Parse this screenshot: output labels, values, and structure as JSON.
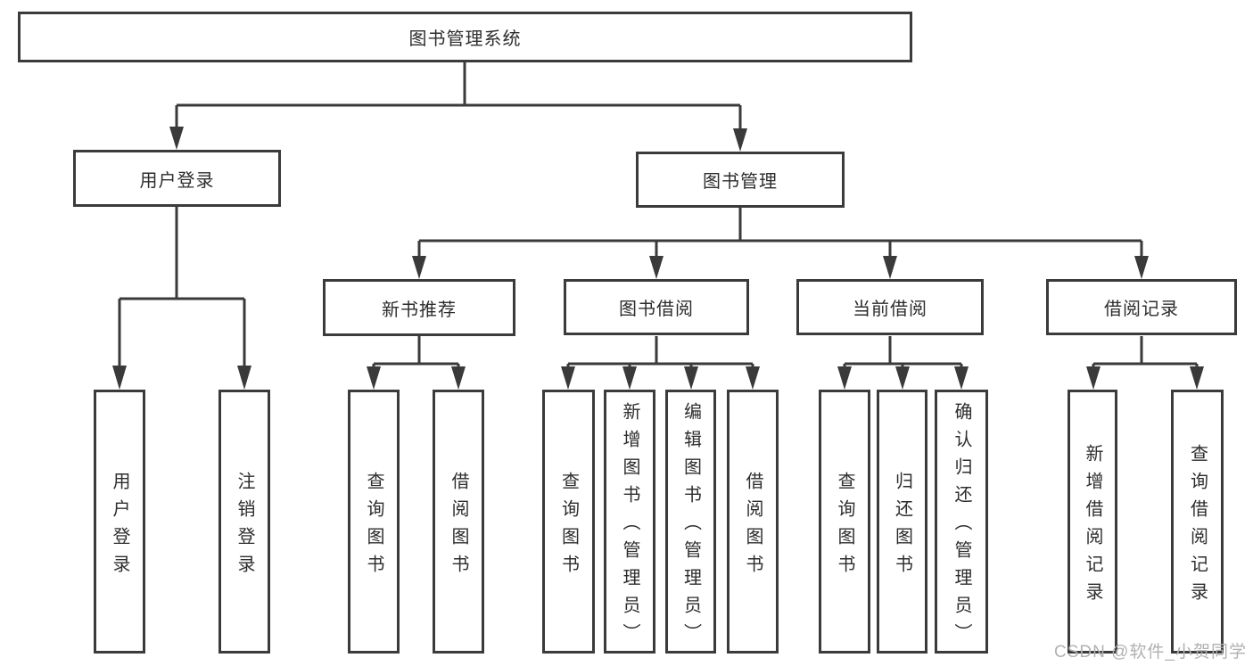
{
  "nodes": {
    "root": "图书管理系统",
    "user_login": {
      "label": "用户登录",
      "children": [
        "用户登录",
        "注销登录"
      ]
    },
    "book_mgmt": {
      "label": "图书管理"
    },
    "new_book_rec": {
      "label": "新书推荐",
      "children": [
        "查询图书",
        "借阅图书"
      ]
    },
    "book_borrow": {
      "label": "图书借阅",
      "children": [
        "查询图书",
        "新增图书（管理员）",
        "编辑图书（管理员）",
        "借阅图书"
      ]
    },
    "current_borrow": {
      "label": "当前借阅",
      "children": [
        "查询图书",
        "归还图书",
        "确认归还（管理员）"
      ]
    },
    "borrow_record": {
      "label": "借阅记录",
      "children": [
        "新增借阅记录",
        "查询借阅记录"
      ]
    }
  },
  "watermark": "CSDN @软件_小贺同学",
  "colors": {
    "line": "#3a3a3a",
    "box_border": "#3b3b3b",
    "text": "#2d2d2d",
    "background": "#ffffff",
    "watermark": "#b1b1b1"
  }
}
